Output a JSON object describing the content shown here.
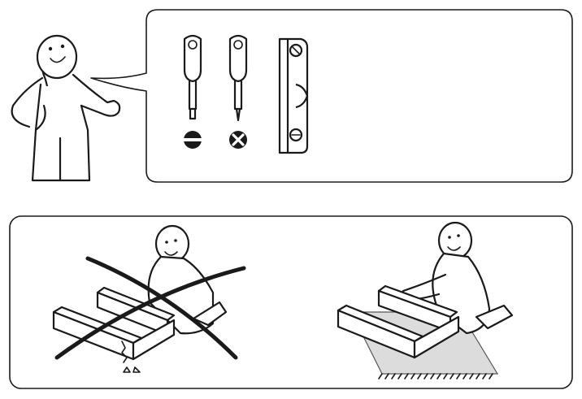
{
  "page": {
    "kind": "assembly-instruction-sheet",
    "panels": [
      {
        "id": "tools-required",
        "icons": [
          "flat-screwdriver-icon",
          "phillips-screwdriver-icon",
          "spirit-level-icon",
          "flathead-symbol-icon",
          "cross-head-symbol-icon"
        ]
      },
      {
        "id": "assembly-surface-advice",
        "icons": [
          "wrong-hard-floor-icon",
          "cross-out-icon",
          "correct-rug-icon"
        ]
      }
    ],
    "colors": {
      "ink": "#1a1a1a",
      "paper": "#ffffff",
      "rug": "#dcdcdc",
      "panel_border": "#444444"
    }
  }
}
